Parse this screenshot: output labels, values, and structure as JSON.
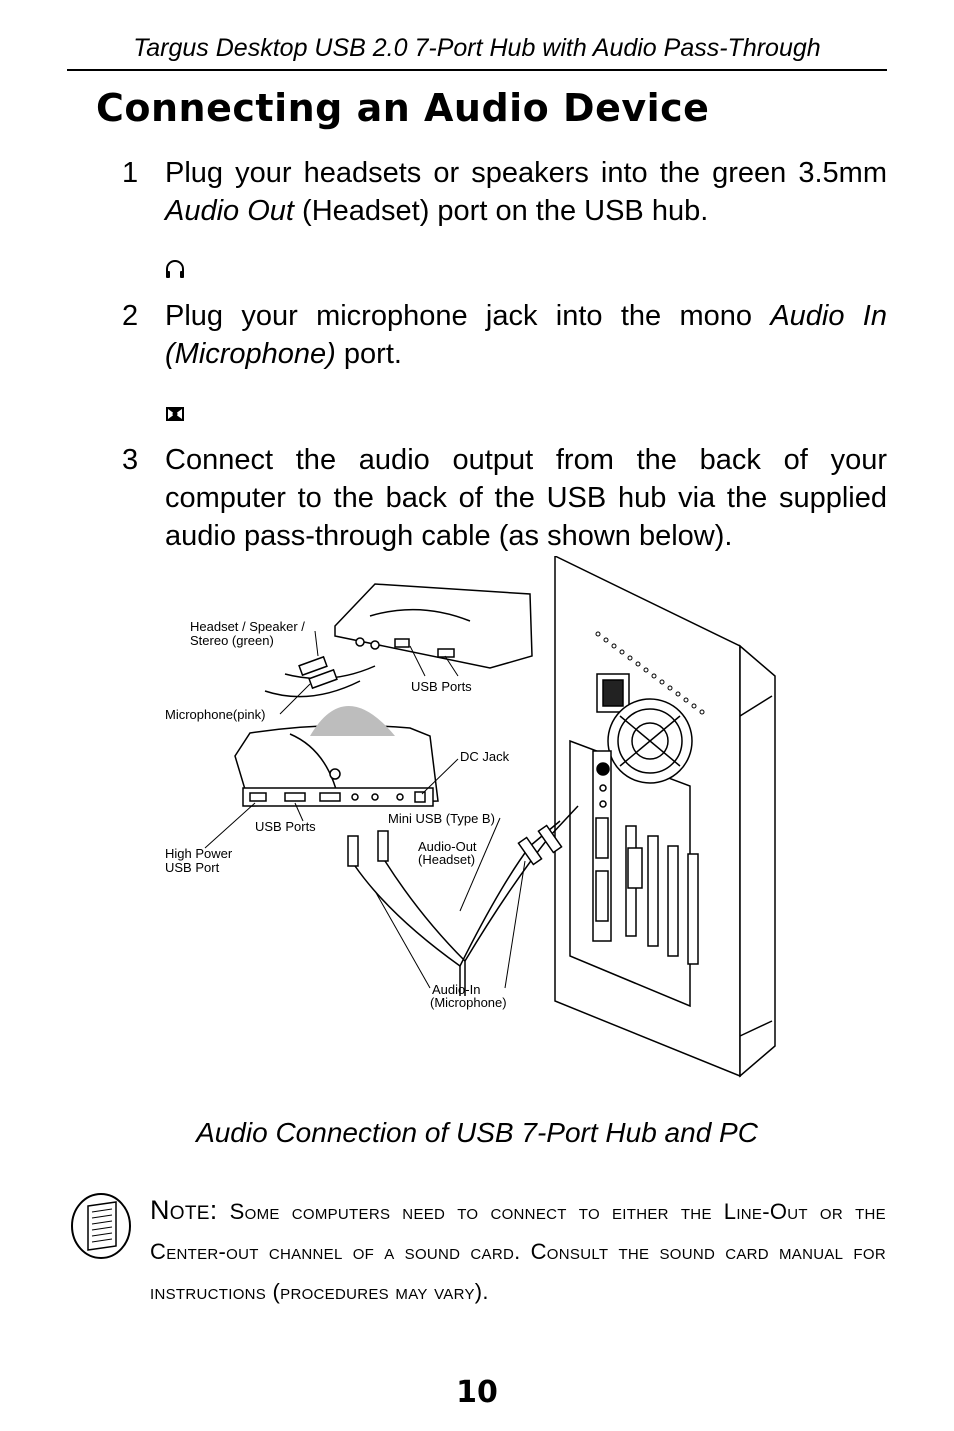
{
  "header": {
    "running_title": "Targus Desktop USB 2.0 7-Port Hub with Audio Pass-Through"
  },
  "section": {
    "title": "Connecting an Audio Device"
  },
  "steps": [
    {
      "number": "1",
      "parts": [
        "Plug your headsets or speakers into the green 3.5mm ",
        "Audio Out",
        " (Headset) port on the USB hub."
      ],
      "icon": "headphone-icon"
    },
    {
      "number": "2",
      "parts": [
        "Plug your microphone jack into the mono ",
        "Audio In (Microphone)",
        " port."
      ],
      "icon": "microphone-icon"
    },
    {
      "number": "3",
      "parts": [
        "Connect the audio output from the back of your computer to the back of the USB hub via the supplied audio pass-through cable (as shown below)."
      ]
    }
  ],
  "figure": {
    "labels": {
      "headset_speaker": "Headset / Speaker /",
      "stereo_green": "Stereo (green)",
      "microphone_pink": "Microphone(pink)",
      "usb_ports_top": "USB Ports",
      "dc_jack": "DC Jack",
      "usb_ports_bottom": "USB Ports",
      "mini_usb": "Mini USB (Type B)",
      "high_power_1": "High Power",
      "high_power_2": "USB Port",
      "audio_out_1": "Audio-Out",
      "audio_out_2": "(Headset)",
      "audio_in_1": "Audio-In",
      "audio_in_2": "(Microphone)"
    },
    "caption": "Audio Connection of USB 7-Port Hub and PC"
  },
  "note": {
    "lead": "Note:",
    "text": "Some computers need to connect to either the Line-Out or the Center-out channel of a sound card. Consult the sound card manual for instructions (procedures may vary)."
  },
  "footer": {
    "page_number": "10"
  }
}
